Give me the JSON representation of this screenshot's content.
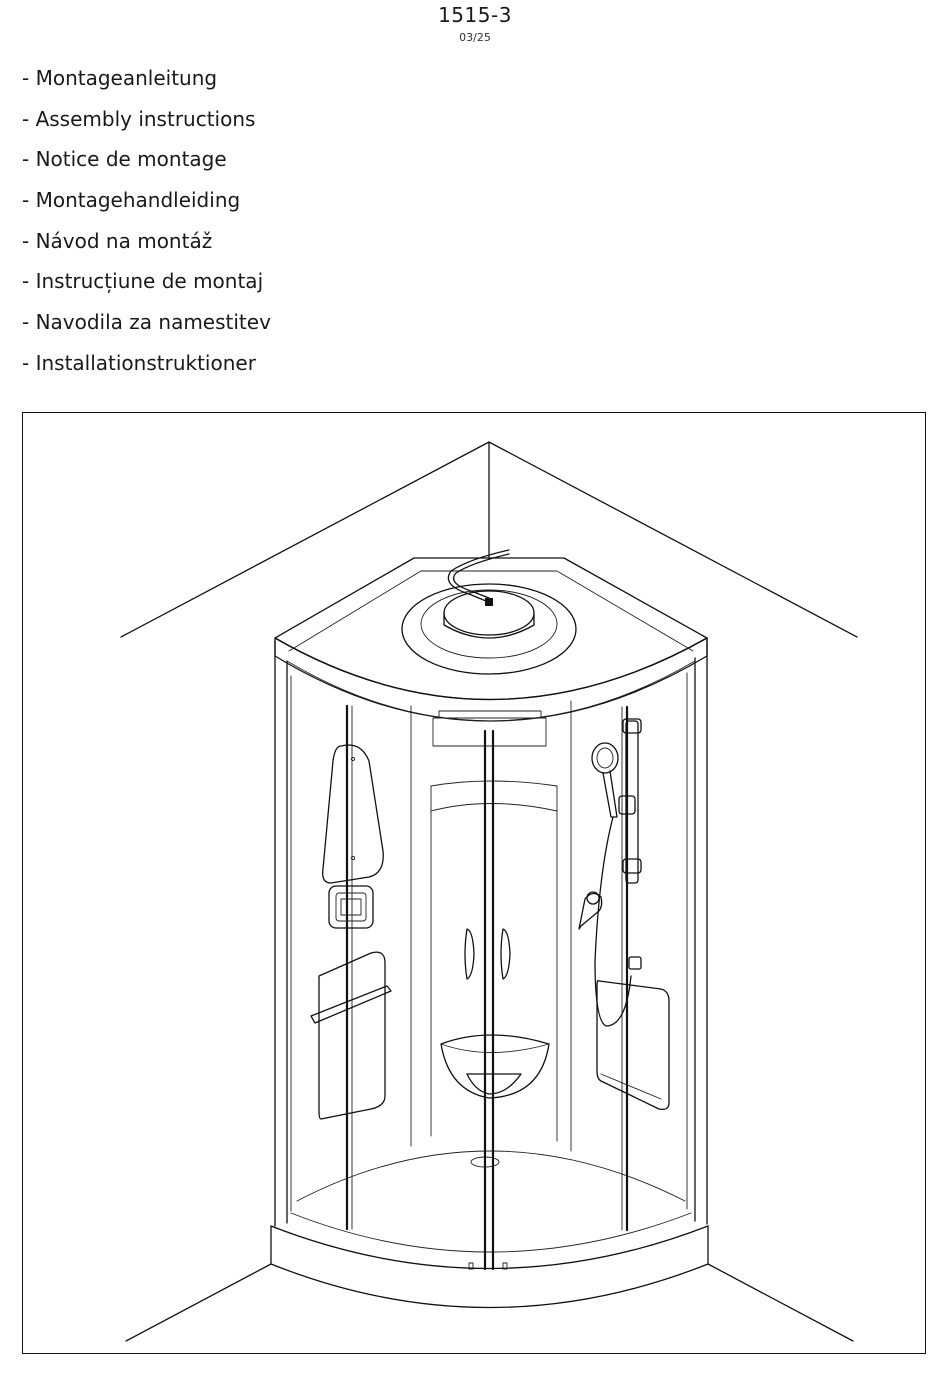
{
  "header": {
    "doc_number": "1515-3",
    "date": "03/25"
  },
  "languages": [
    "- Montageanleitung",
    "- Assembly instructions",
    "- Notice de montage",
    "- Montagehandleiding",
    "- Návod na montáž",
    "- Instrucțiune de montaj",
    "- Navodila za namestitev",
    "- Installationstruktioner"
  ],
  "illustration": {
    "subject-icon": "corner-shower-cabin-icon"
  }
}
